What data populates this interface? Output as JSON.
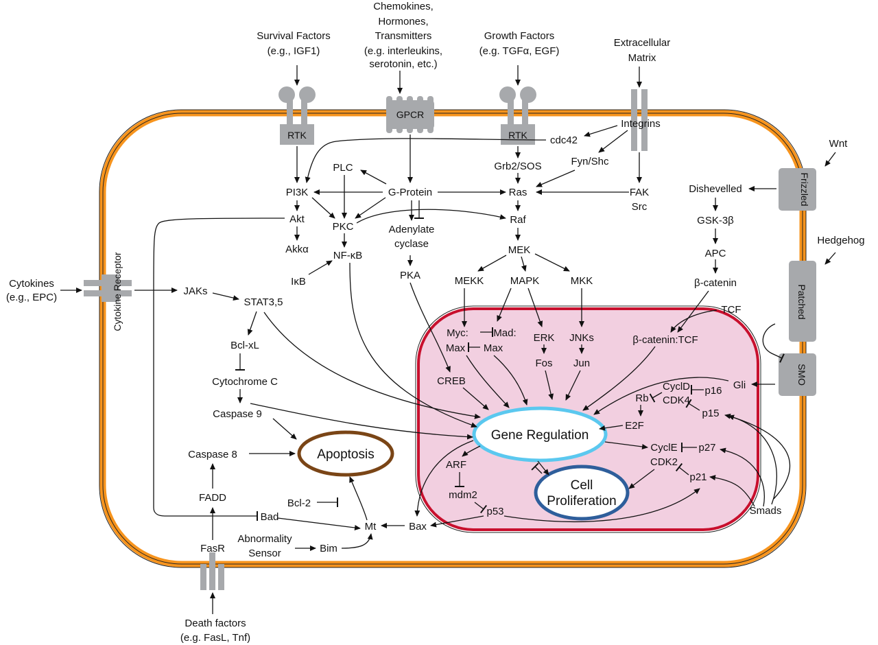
{
  "colors": {
    "membrane": "#f7941d",
    "nucleus_border": "#c8102e",
    "nucleus_fill": "#f2cfe0",
    "receptor": "#a7a9ac",
    "gene_regulation_ring": "#5bc8ef",
    "proliferation_ring": "#2e5e9b",
    "apoptosis_ring": "#7a4516"
  },
  "inputs": {
    "survival_1": "Survival Factors",
    "survival_2": "(e.g., IGF1)",
    "chemo_1": "Chemokines,",
    "chemo_2": "Hormones,",
    "chemo_3": "Transmitters",
    "chemo_4": "(e.g. interleukins,",
    "chemo_5": "serotonin, etc.)",
    "growth_1": "Growth Factors",
    "growth_2": "(e.g. TGFα, EGF)",
    "ecm_1": "Extracellular",
    "ecm_2": "Matrix",
    "wnt": "Wnt",
    "hedgehog": "Hedgehog",
    "cytokines_1": "Cytokines",
    "cytokines_2": "(e.g., EPC)",
    "death_1": "Death factors",
    "death_2": "(e.g. FasL, Tnf)"
  },
  "receptors": {
    "rtk_left": "RTK",
    "gpcr": "GPCR",
    "rtk_right": "RTK",
    "integrins": "Integrins",
    "frizzled": "Frizzled",
    "patched": "Patched",
    "smo": "SMO",
    "cytokine_receptor": "Cytokine Receptor",
    "fasr": "FasR"
  },
  "cytoplasm": {
    "cdc42": "cdc42",
    "fyn_shc": "Fyn/Shc",
    "grb2_sos": "Grb2/SOS",
    "plc": "PLC",
    "pi3k": "PI3K",
    "g_protein": "G-Protein",
    "ras": "Ras",
    "fak": "FAK",
    "src": "Src",
    "akt": "Akt",
    "pkc": "PKC",
    "adenylate_1": "Adenylate",
    "adenylate_2": "cyclase",
    "raf": "Raf",
    "akka": "Akkα",
    "nfkb": "NF-κB",
    "ikb": "IκB",
    "pka": "PKA",
    "mek": "MEK",
    "mekk": "MEKK",
    "mapk": "MAPK",
    "mkk": "MKK",
    "jaks": "JAKs",
    "stat": "STAT3,5",
    "bclxl": "Bcl-xL",
    "cytochrome": "Cytochrome C",
    "caspase9": "Caspase 9",
    "caspase8": "Caspase 8",
    "fadd": "FADD",
    "bcl2": "Bcl-2",
    "bad": "Bad",
    "mt": "Mt",
    "bax": "Bax",
    "abnormality_1": "Abnormality",
    "abnormality_2": "Sensor",
    "bim": "Bim",
    "dishevelled": "Dishevelled",
    "gsk3b": "GSK-3β",
    "apc": "APC",
    "bcatenin": "β-catenin",
    "tcf": "TCF",
    "gli": "Gli",
    "smads": "Smads",
    "apoptosis": "Apoptosis"
  },
  "nucleus": {
    "myc": "Myc:",
    "mad": "Mad:",
    "max_left": "Max",
    "max_right": "Max",
    "erk": "ERK",
    "fos": "Fos",
    "jnks": "JNKs",
    "jun": "Jun",
    "bcatenin_tcf": "β-catenin:TCF",
    "creb": "CREB",
    "cycld": "CyclD",
    "rb": "Rb",
    "cdk4": "CDK4",
    "p16": "p16",
    "p15": "p15",
    "e2f": "E2F",
    "gene_regulation": "Gene Regulation",
    "cycle": "CyclE",
    "p27": "p27",
    "cdk2": "CDK2",
    "p21": "p21",
    "arf": "ARF",
    "mdm2": "mdm2",
    "p53": "p53",
    "cell_1": "Cell",
    "cell_2": "Proliferation"
  }
}
